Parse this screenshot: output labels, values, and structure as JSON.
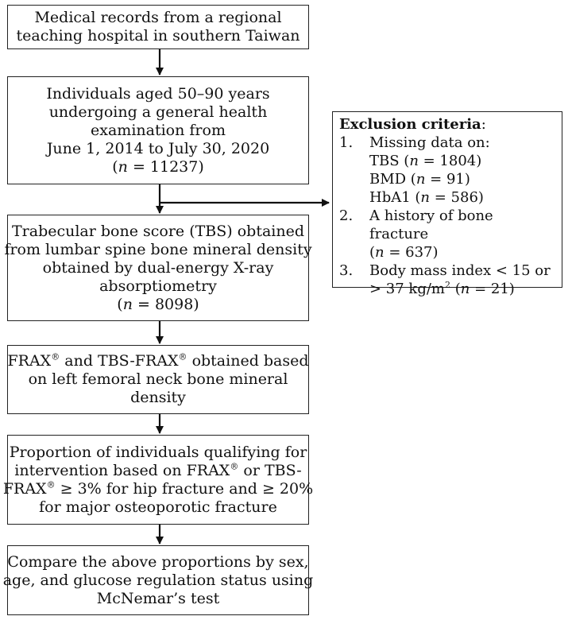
{
  "boxes": [
    {
      "id": "records",
      "lines": [
        "Medical records from a regional",
        "teaching hospital in southern Taiwan"
      ]
    },
    {
      "id": "individuals",
      "lines": [
        "Individuals aged 50–90 years",
        "undergoing a general health",
        "examination from",
        "June 1, 2014 to July 30, 2020"
      ],
      "n_prefix": "(",
      "n_var": "n",
      "n_value": " = 11237)"
    },
    {
      "id": "tbs",
      "lines": [
        "Trabecular bone score (TBS) obtained",
        "from lumbar spine bone mineral density",
        "obtained by dual-energy X-ray",
        "absorptiometry"
      ],
      "n_prefix": "(",
      "n_var": "n",
      "n_value": " = 8098)"
    },
    {
      "id": "frax",
      "line1_a": "FRAX",
      "line1_reg": "®",
      "line1_b": " and TBS-FRAX",
      "line1_reg2": "®",
      "line1_c": " obtained based",
      "lines": [
        "on left femoral neck bone mineral",
        "density"
      ]
    },
    {
      "id": "proportion",
      "line1": "Proportion of individuals qualifying for",
      "line2_a": "intervention based on FRAX",
      "line2_reg": "®",
      "line2_b": " or TBS-",
      "line3_a": "FRAX",
      "line3_reg": "®",
      "line3_b": " ≥ 3% for hip fracture and ≥ 20%",
      "line4": "for major osteoporotic fracture"
    },
    {
      "id": "compare",
      "lines": [
        "Compare the above proportions by sex,",
        "age, and glucose regulation status using",
        "McNemar’s test"
      ]
    }
  ],
  "exclusion": {
    "title": "Exclusion criteria",
    "colon": ":",
    "items": [
      {
        "num": "1.",
        "text": "Missing data on:"
      },
      {
        "num": "",
        "label": "TBS (",
        "var": "n",
        "value": " = 1804)"
      },
      {
        "num": "",
        "label": "BMD (",
        "var": "n",
        "value": " = 91)"
      },
      {
        "num": "",
        "label": "HbA1 (",
        "var": "n",
        "value": " = 586)"
      },
      {
        "num": "2.",
        "text": "A history of bone fracture"
      },
      {
        "num": "",
        "label": "(",
        "var": "n",
        "value": " = 637)"
      },
      {
        "num": "3.",
        "text": "Body mass index < 15 or"
      },
      {
        "num": "",
        "label": "> 37 kg/m",
        "sup": "2",
        "label2": " (",
        "var": "n",
        "value": " = 21)"
      }
    ]
  }
}
